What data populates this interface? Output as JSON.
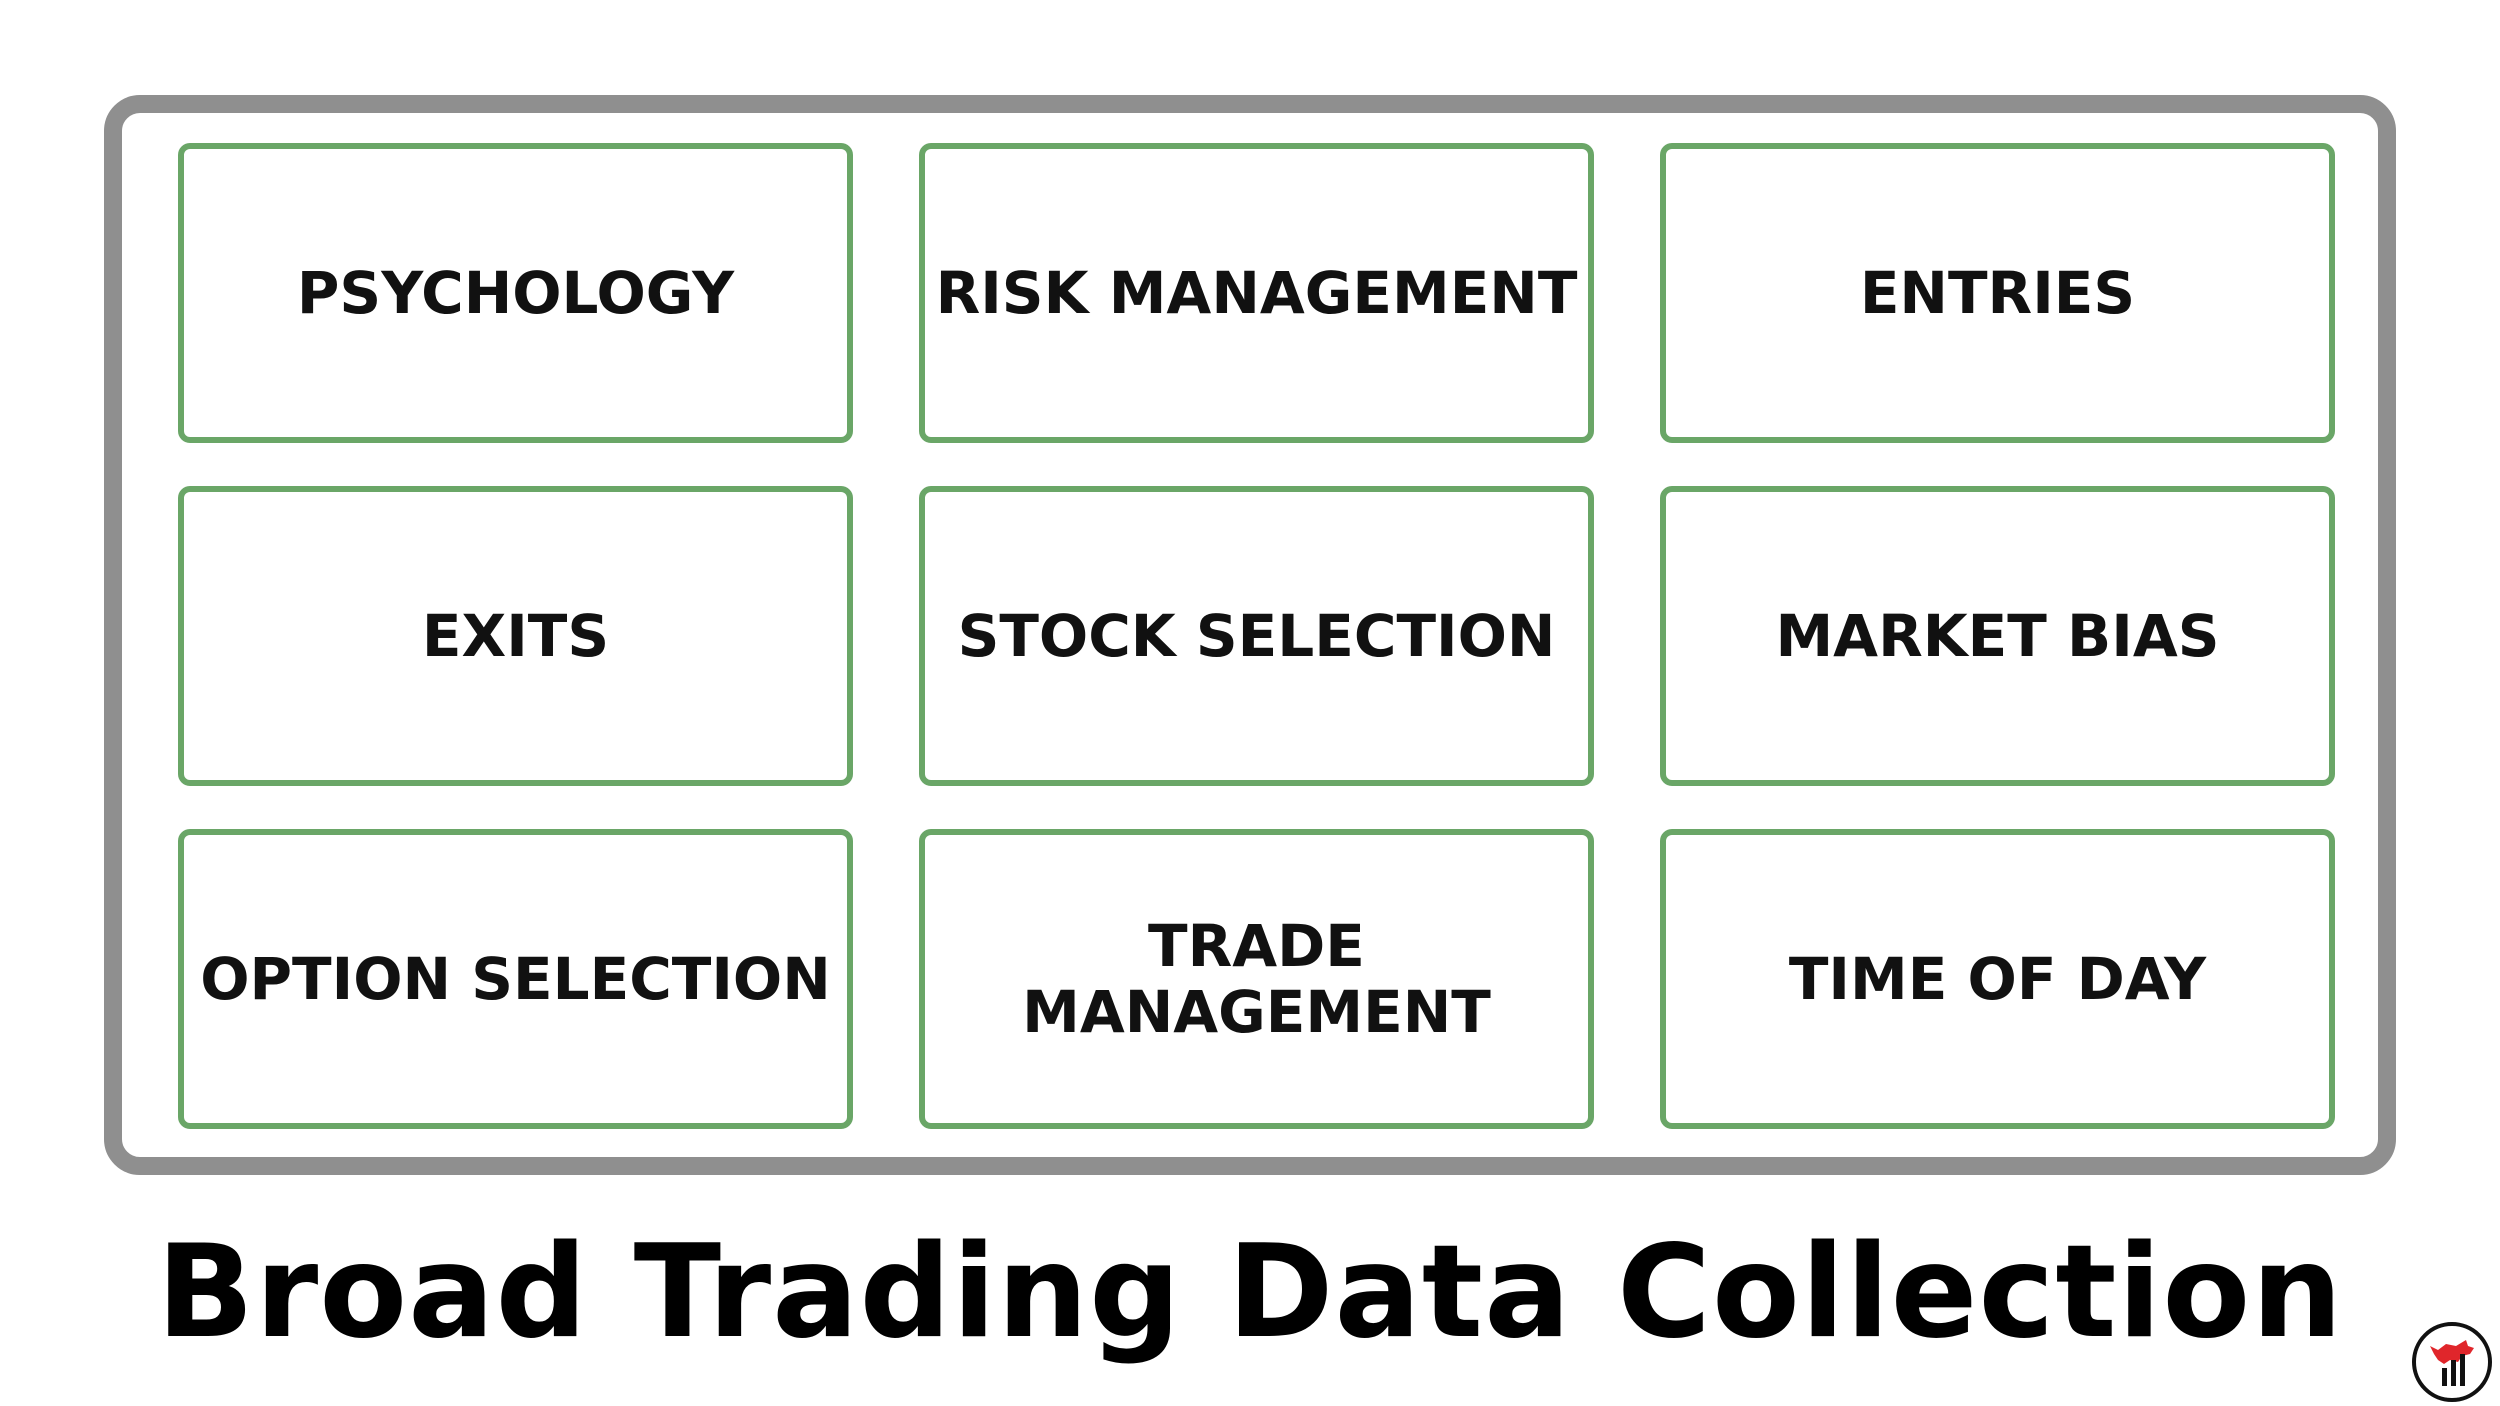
{
  "diagram": {
    "categories": [
      "PSYCHOLOGY",
      "RISK MANAGEMENT",
      "ENTRIES",
      "EXITS",
      "STOCK SELECTION",
      "MARKET BIAS",
      "OPTION SELECTION",
      "TRADE MANAGEMENT",
      "TIME OF DAY"
    ],
    "title": "Broad Trading Data Collection"
  },
  "colors": {
    "frame": "#8f8f8f",
    "cell_border": "#6aa667",
    "text": "#111111",
    "logo_accent": "#e0262b"
  },
  "icons": {
    "logo": "bull-chart-logo-icon"
  }
}
